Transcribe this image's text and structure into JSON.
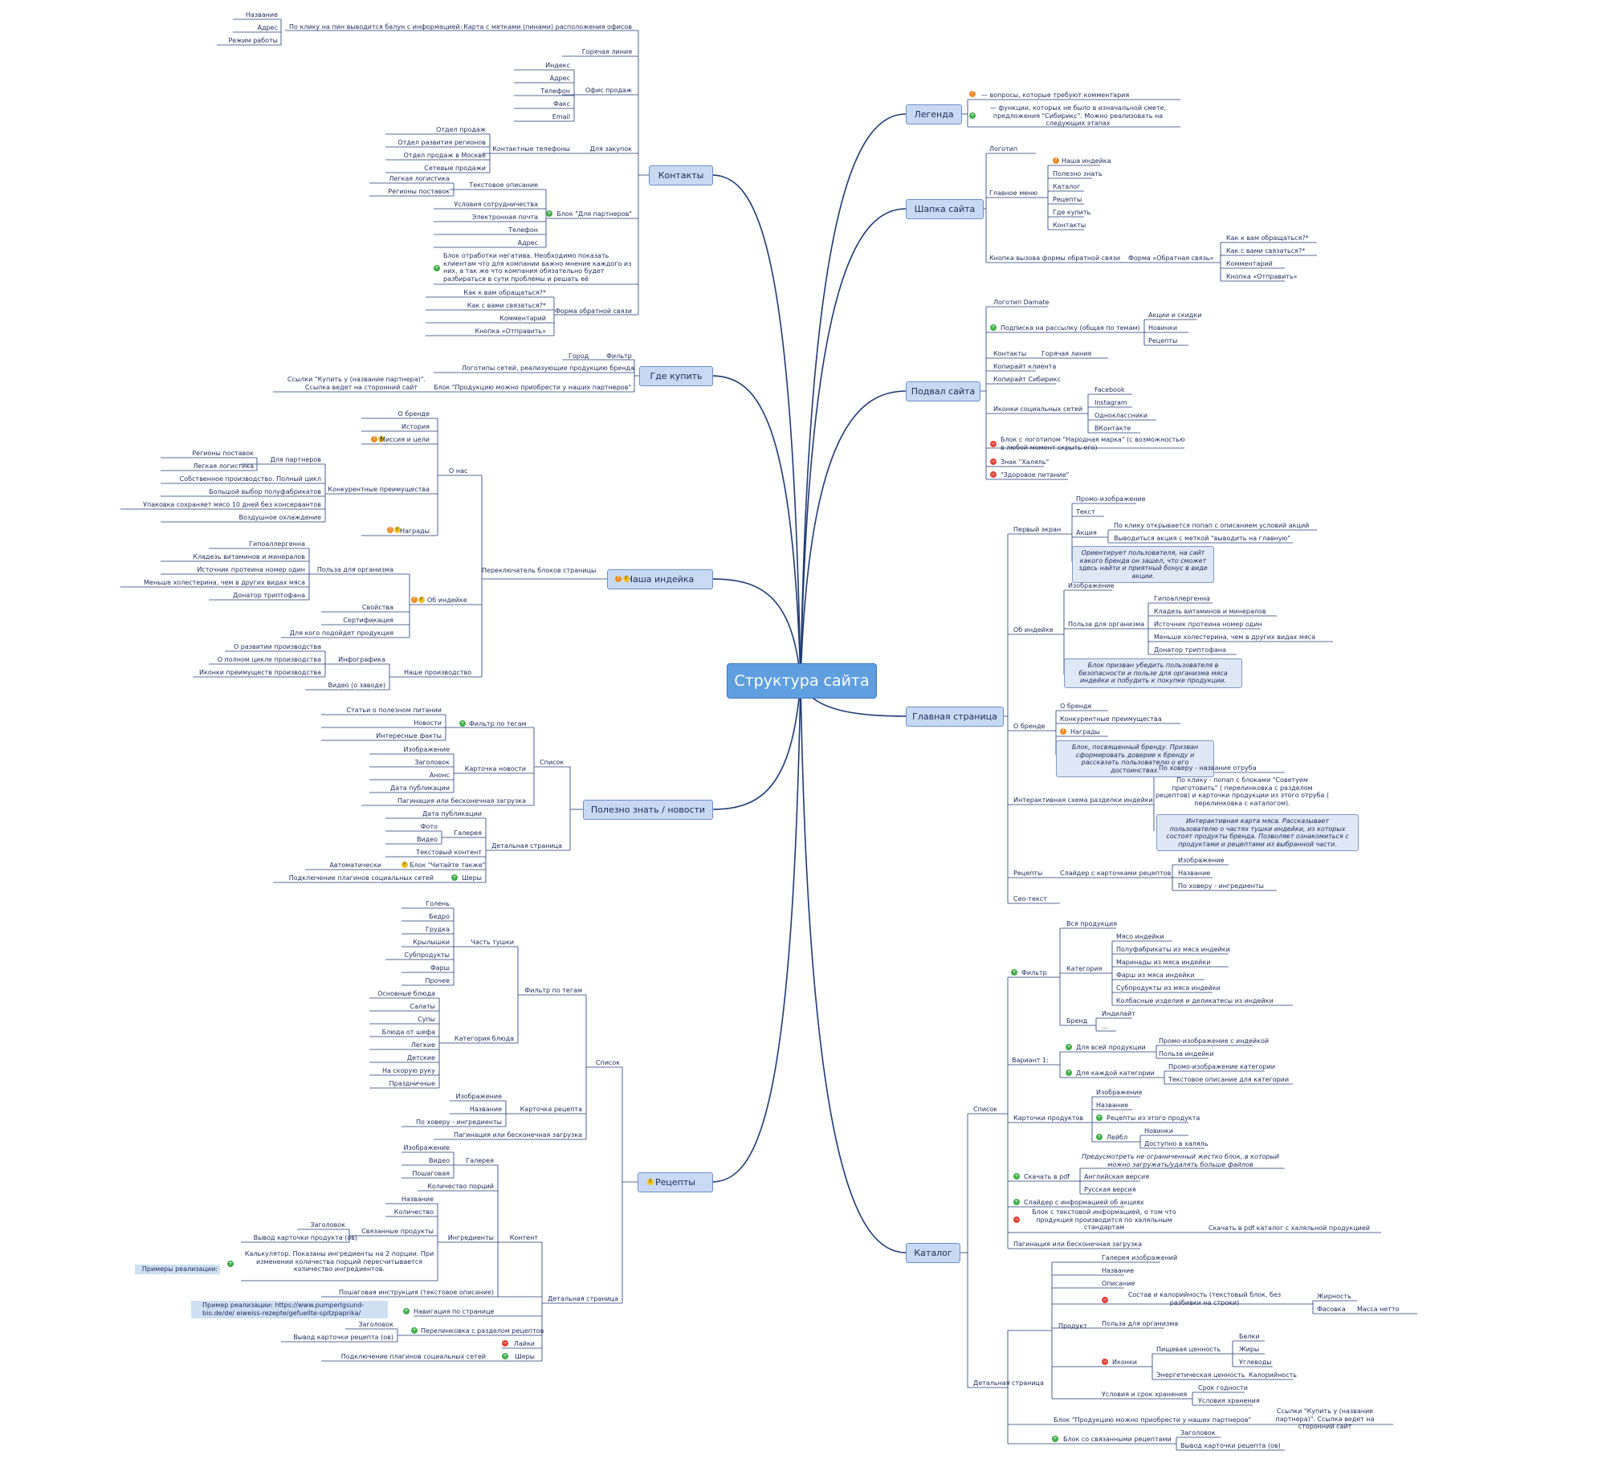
{
  "root": "Структура сайта",
  "main_nodes": {
    "contacts": "Контакты",
    "where_to_buy": "Где купить",
    "our_turkey": "Наша индейка",
    "news": "Полезно знать / новости",
    "recipes": "Рецепты",
    "legend": "Легенда",
    "header": "Шапка сайта",
    "footer": "Подвал сайта",
    "home": "Главная страница",
    "catalog": "Каталог"
  },
  "contacts": {
    "map": "Карта с метками (пинами) расположения офисов",
    "pin_click": "По клику на пин выводится балун с информацией:",
    "name": "Название",
    "address": "Адрес",
    "hours": "Режим работы",
    "hotline": "Горячая линия",
    "sales_office": "Офис продаж",
    "index": "Индекс",
    "addr2": "Адрес",
    "phone": "Телефон",
    "fax": "Факс",
    "email": "Email",
    "purchasing": "Для закупок",
    "contact_phones": "Контактные телефоны",
    "sales_dept": "Отдел продаж",
    "region_dev": "Отдел развития регионов",
    "moscow_sales": "Отдел продаж в Москве",
    "retail_sales": "Сетевые продажи",
    "partners_block": "Блок \"Для партнеров\"",
    "text_desc": "Текстовое описание",
    "light_logistics": "Легкая логистика",
    "supply_regions": "Регионы поставок",
    "coop_terms": "Условия сотрудничества",
    "email_ru": "Электронная почта",
    "phone2": "Телефон",
    "addr3": "Адрес",
    "negative_block": "Блок отработки негатива. Необходимо показать клиентам что для компании важно мнение каждого из них, а так же что компания обязательно будет разбираться в сути проблемы и решать её",
    "feedback_form": "Форма обратной связи",
    "q_name": "Как к вам обращаться?*",
    "q_contact": "Как с вами связаться?*",
    "comment": "Комментарий",
    "send_btn": "Кнопка «Отправить»"
  },
  "where": {
    "city": "Город",
    "filter": "Фильтр",
    "logos": "Логотипы сетей, реализующие продукцию бренда",
    "block": "Блок \"Продукцию можно приобрести у наших партнеров\"",
    "links": "Ссылки \"Купить у (название партнера)\".",
    "links2": "Ссылка ведет на сторонний сайт"
  },
  "turkey": {
    "about_brand": "О бренде",
    "history": "История",
    "mission": "Миссия и цели",
    "about_us": "О нас",
    "for_partners": "Для партнеров",
    "supply_regions": "Регионы поставок",
    "light_logistics": "Легкая логистика",
    "own_prod": "Собственное производство. Полный цикл",
    "semi_choice": "Большой выбор полуфабрикатов",
    "no_preserv": "Упаковка сохраняет мясо 10 дней без консервантов",
    "air_cool": "Воздушное охлаждение",
    "comp_adv": "Конкурентные преимущества",
    "awards": "Награды",
    "hypo": "Гипоаллергенна",
    "vitamins": "Кладезь витаминов и минералов",
    "protein": "Источник протеина номер один",
    "cholesterol": "Меньше холестерина, чем в других видах мяса",
    "trypto": "Донатор триптофана",
    "benefit": "Польза для организма",
    "about_turkey": "Об индейке",
    "switcher": "Переключатель блоков страницы",
    "props": "Свойства",
    "cert": "Сертификация",
    "who_for": "Для кого подойдет продукция",
    "about_dev": "О развитии производства",
    "full_cycle": "О полном цикле производства",
    "prod_icons": "Иконки преимуществ производства",
    "infographic": "Инфографика",
    "our_prod": "Наше производство",
    "video": "Видео (о заводе)"
  },
  "news": {
    "healthy": "Статьи о полезном питании",
    "news": "Новости",
    "facts": "Интересные факты",
    "tag_filter": "Фильтр по тегам",
    "list": "Список",
    "image": "Изображение",
    "title": "Заголовок",
    "announce": "Анонс",
    "pub_date": "Дата публикации",
    "card": "Карточка новости",
    "pagination": "Пагинация или бесконечная загрузка",
    "pub_date2": "Дата публикации",
    "photo": "Фото",
    "gallery": "Галерея",
    "video": "Видео",
    "text": "Текстовый контент",
    "auto": "Автоматически",
    "read_also": "Блок \"Читайте также\"",
    "detail": "Детальная страница",
    "social": "Подключение плагинов социальных сетей",
    "shares": "Шеры"
  },
  "recipes": {
    "shin": "Голень",
    "thigh": "Бедро",
    "breast": "Грудка",
    "wings": "Крылышки",
    "offal": "Субпродукты",
    "mince": "Фарш",
    "other": "Прочее",
    "carcass": "Часть тушки",
    "main_dish": "Основные блюда",
    "salads": "Салаты",
    "soups": "Супы",
    "chef": "Блюда от шефа",
    "light": "Легкие",
    "kids": "Детские",
    "quick": "На скорую руку",
    "holiday": "Праздничные",
    "dish_cat": "Категория блюда",
    "tag_filter": "Фильтр по тегам",
    "list": "Список",
    "image": "Изображение",
    "name": "Название",
    "hover": "По ховеру - ингредиенты",
    "card": "Карточка рецепта",
    "pagination": "Пагинация или бесконечная загрузка",
    "image2": "Изображение",
    "video": "Видео",
    "steps": "Пошаговая",
    "gallery": "Галерея",
    "portions": "Количество порций",
    "name2": "Название",
    "qty": "Количество",
    "title": "Заголовок",
    "related": "Связанные продукты",
    "prod_card": "Вывод карточки продукта (ов)",
    "ingredients": "Ингредиенты",
    "content": "Контент",
    "calc": "Калькулятор. Показаны ингредиенты на 2 порции. При изменении количества порций пересчитывается количество ингредиентов.",
    "examples": "Примеры реализации:",
    "step_instr": "Пошаговая инструкция (текстовое описание)",
    "example_url": "Пример реализации: https://www.pumperlgsund-bio.de/de/ eiweiss-rezepte/gefuellte-spitzpaprika/",
    "page_nav": "Навигация по странице",
    "detail": "Детальная страница",
    "title2": "Заголовок",
    "recipe_card": "Вывод карточки рецепта (ов)",
    "relink": "Перелинковка с разделом рецептов",
    "likes": "Лайки",
    "social": "Подключение плагинов социальных сетей",
    "shares": "Шеры"
  },
  "legend": {
    "q": "— вопросы, которые требуют комментария",
    "f": "— функции, которых не было в изначальной смете, предложения \"Сибирикс\". Можно реализовать на следующих этапах"
  },
  "header": {
    "logo": "Логотип",
    "main_menu": "Главное меню",
    "our_turkey": "Наша индейка",
    "useful": "Полезно знать",
    "catalog": "Каталог",
    "recipes": "Рецепты",
    "where": "Где купить",
    "contacts": "Контакты",
    "callback_btn": "Кнопка вызова формы обратной связи",
    "feedback_form": "Форма «Обратная связь»",
    "q_name": "Как к вам обращаться?*",
    "q_contact": "Как с вами связаться?*",
    "comment": "Комментарий",
    "send_btn": "Кнопка «Отправить»"
  },
  "footer": {
    "logo": "Логотип Damate",
    "subscribe": "Подписка на рассылку (общая по темам)",
    "promo": "Акции и скидки",
    "novelties": "Новинки",
    "recipes": "Рецепты",
    "contacts": "Контакты",
    "hotline": "Горячая линия",
    "copy_client": "Копирайт клиента",
    "copy_sib": "Копирайт Сибирикс",
    "social_icons": "Иконки социальных сетей",
    "fb": "Facebook",
    "ig": "Instagram",
    "ok": "Одноклассники",
    "vk": "ВКонтакте",
    "narodnaya": "Блок с логотипом \"Народная марка\" (с возможностью в любой момент скрыть его)",
    "halal": "Знак \"Халяль\"",
    "healthy": "\"Здоровое питание\""
  },
  "home": {
    "first": "Первый экран",
    "promo_img": "Промо-изображение",
    "text": "Текст",
    "action": "Акция",
    "popup": "По клику открывается попап с описанием условий акций",
    "display_action": "Выводиться акция с меткой \"выводить на главную\"",
    "first_note": "Ориентирует пользователя, на сайт какого бренда он зашел, что сможет здесь найти и приятный бонус в виде акции.",
    "about_turkey": "Об индейке",
    "image": "Изображение",
    "benefit": "Польза для организма",
    "hypo": "Гипоаллергенна",
    "vitamins": "Кладезь витаминов и минералов",
    "protein": "Источник протеина номер один",
    "cholesterol": "Меньше холестерина, чем в других видах мяса",
    "trypto": "Донатор триптофана",
    "turkey_note": "Блок призван убедить пользователя в безопасности и пользе для организма мяса индейки и побудить к покупке продукции.",
    "about_brand": "О бренде",
    "about_brand2": "О бренде",
    "comp_adv": "Конкурентные преимущества",
    "awards": "Награды",
    "brand_note": "Блок, посвященный бренду. Призван сформировать доверие к бренду и рассказать пользователю о его достоинствах.",
    "scheme": "Интерактивная схема разделки индейки",
    "hover_name": "По ховеру - название отруба",
    "click_popup": "По клику - попап с блоками \"Советуем приготовить\" ( перелинковка с разделом рецептов) и карточки продукции из этого отруба ( перелинковка с каталогом).",
    "scheme_note": "Интерактивная карта мяса. Рассказывает пользователю о частях тушки индейки, из которых состоят продукты бренда. Позволяет ознакомиться с продуктами и рецептами из выбранной части.",
    "recipes": "Рецепты",
    "slider": "Слайдер с карточками рецептов",
    "img2": "Изображение",
    "name": "Название",
    "hover_ingr": "По ховеру - ингредиенты",
    "seo": "Сео-текст"
  },
  "catalog": {
    "all": "Вся продукция",
    "meat": "Мясо индейки",
    "semi": "Полуфабрикаты из мяса индейки",
    "marinades": "Маринады  из мяса индейки",
    "mince": "Фарш из мяса индейки",
    "offal": "Субпродукты из мяса индейки",
    "sausage": "Колбасные изделия и деликатесы из индейки",
    "category": "Категория",
    "filter": "Фильтр",
    "indilight": "Индилайт",
    "dots": "...",
    "brand": "Бренд",
    "var1": "Вариант 1:",
    "for_all": "Для всей продукции",
    "promo_img": "Промо-изображение с индейкой",
    "benefit": "Польза индейки",
    "for_each": "Для каждой категории",
    "cat_promo": "Промо-изображение категории",
    "cat_text": "Текстовое описание для категории",
    "list": "Список",
    "image": "Изображение",
    "name": "Название",
    "recipes_from": "Рецепты из этого продукта",
    "cards": "Карточки продуктов",
    "new": "Новинки",
    "label": "Лейбл",
    "halal": "Доступно в халяль",
    "pdf_note": "Предусмотреть  не ограниченный жестко блок, в который можно загружать/удалять больше файлов",
    "pdf": "Скачать в pdf",
    "en": "Английская версия",
    "ru": "Русская версия",
    "promo_slider": "Слайдер с информацией об акциях",
    "text_block": "Блок с текстовой информацией, о том что продукция производится по халяльным стандартам",
    "pdf_halal": "Скачать в pdf каталог с халяльной продукцией",
    "pagination": "Пагинация или бесконечная загрузка",
    "gallery": "Галерея изображений",
    "name2": "Название",
    "desc": "Описание",
    "composition": "Состав и калорийность (текстовый блок, без разбивки на строки)",
    "fat": "Жирность",
    "packing": "Фасовка",
    "net": "Масса нетто",
    "product": "Продукт",
    "benefit2": "Польза для организма",
    "nutrition": "Пищевая ценность",
    "proteins": "Белки",
    "fats": "Жиры",
    "carbs": "Углеводы",
    "icons": "Иконки",
    "energy": "Энергетическая ценность",
    "calories": "Калорийность",
    "storage": "Условия и срок хранения",
    "shelf": "Срок годности",
    "storage_cond": "Условия хранения",
    "detail": "Детальная страница",
    "buy_block": "Блок \"Продукцию можно приобрести у наших партнеров\"",
    "buy_links": "Ссылки \"Купить у (название партнера)\". Ссылка ведет на сторонний сайт",
    "related_recipes": "Блок со связанными рецептами",
    "title": "Заголовок",
    "recipe_card": "Вывод карточки рецепта (ов)"
  },
  "colors": {
    "line": "#1f3a73",
    "node_fill": "#c8daf3",
    "node_border": "#6b8fc7",
    "root_fill": "#5f9edf"
  }
}
